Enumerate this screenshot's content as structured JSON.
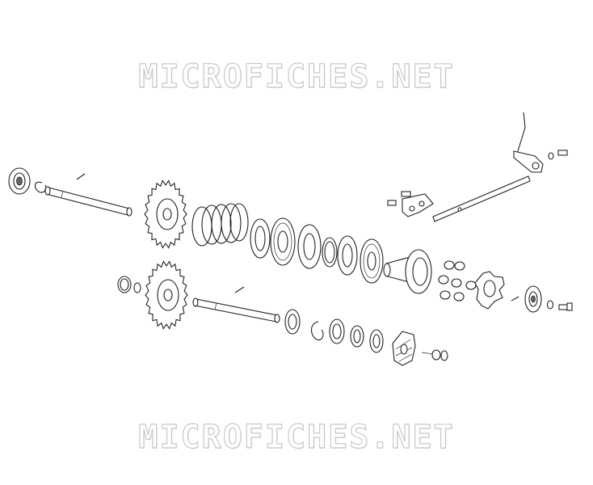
{
  "watermark": {
    "top_text": "MICROFICHES.NET",
    "bottom_text": "MICROFICHES.NET"
  },
  "colors": {
    "background": "#ffffff",
    "line": "#222222",
    "watermark_outline": "#c9c9c9"
  },
  "diagram": {
    "type": "exploded-parts-view",
    "assemblies": [
      "upper-shaft-assembly",
      "lower-shaft-assembly",
      "lever-bracket-assembly"
    ]
  }
}
